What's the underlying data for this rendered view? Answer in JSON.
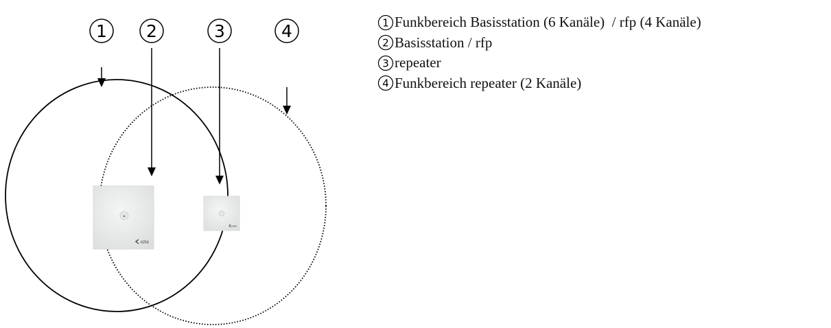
{
  "callouts": [
    {
      "number": "1"
    },
    {
      "number": "2"
    },
    {
      "number": "3"
    },
    {
      "number": "4"
    }
  ],
  "legend": [
    {
      "number": "1",
      "text": "Funkbereich Basisstation (6 Kanäle)  / rfp (4 Kanäle)"
    },
    {
      "number": "2",
      "text": "Basisstation / rfp"
    },
    {
      "number": "3",
      "text": "repeater"
    },
    {
      "number": "4",
      "text": "Funkbereich repeater (2 Kanäle)"
    }
  ],
  "devices": {
    "base_station": {
      "logo_text": "KRK"
    },
    "repeater": {
      "logo_text": "KRK"
    }
  },
  "colors": {
    "line": "#000000",
    "device_face": "#eeefef",
    "device_shadow": "#d6d8d8",
    "logo": "#444444"
  }
}
